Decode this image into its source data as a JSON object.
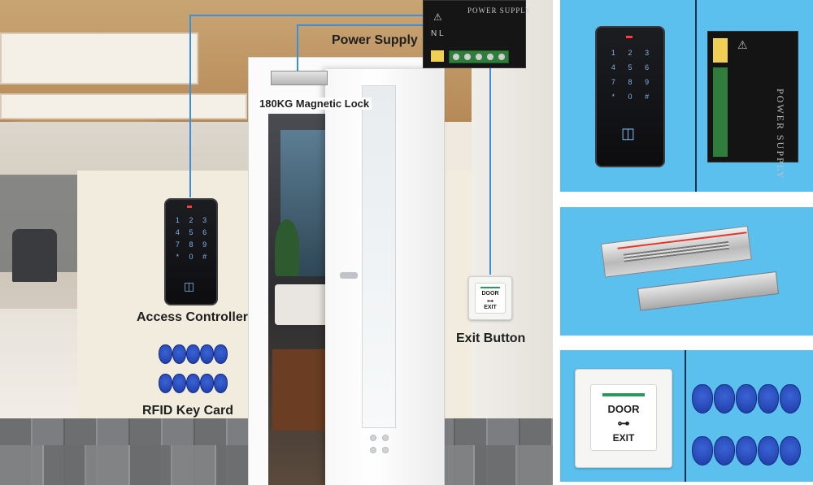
{
  "labels": {
    "power_supply": "Power Supply",
    "magnetic_lock": "180KG Magnetic Lock",
    "access_controller": "Access Controller",
    "rfid_key_card": "RFID Key Card",
    "exit_button": "Exit Button"
  },
  "power_box": {
    "title": "POWER SUPPLY",
    "terminal_marks": "N L"
  },
  "exit_plate": {
    "line1": "DOOR",
    "line2": "EXIT"
  },
  "keypad_keys": [
    "1",
    "2",
    "3",
    "4",
    "5",
    "6",
    "7",
    "8",
    "9",
    "*",
    "0",
    "#"
  ],
  "colors": {
    "wire": "#3a8fe0",
    "panel_bg": "#5cc0ee",
    "divider": "#0c2f52",
    "fob_blue": "#2a4fc4",
    "keypad_glyph": "#7fb6e8"
  },
  "icons": {
    "rfid": "rfid-wave-icon",
    "key": "key-icon",
    "warning": "warning-triangle-icon"
  }
}
